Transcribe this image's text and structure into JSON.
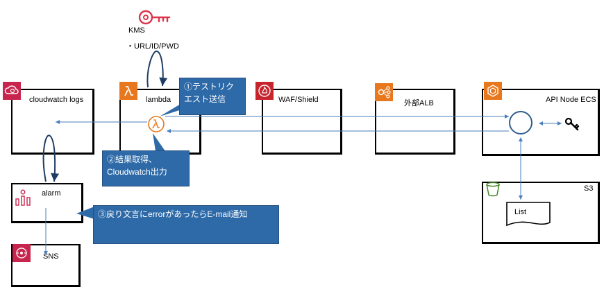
{
  "kms": {
    "label": "KMS",
    "note": "・URL/ID/PWD"
  },
  "nodes": {
    "cloudwatch": "cloudwatch logs",
    "lambda": "lambda",
    "waf": "WAF/Shield",
    "alb": "外部ALB",
    "ecs": "API Node ECS",
    "alarm": "alarm",
    "sns": "SNS",
    "s3": "S3",
    "list": "List"
  },
  "callouts": {
    "c1_line1": "①テストリク",
    "c1_line2": "エスト送信",
    "c2_line1": "②結果取得、",
    "c2_line2": "Cloudwatch出力",
    "c3": "③戻り文言にerrorがあったらE-mail通知"
  },
  "colors": {
    "kms": "#dd344c",
    "cloudwatch": "#c7254e",
    "lambda": "#e8781e",
    "waf": "#c7252e",
    "alb": "#e8781e",
    "ecs": "#e8781e",
    "alarm": "#c7254e",
    "sns": "#c7254e",
    "s3": "#3f8624",
    "callout": "#2e6aa8",
    "arrow": "#4a7ebb"
  },
  "icons": [
    "key-icon",
    "cloudwatch-icon",
    "lambda-icon",
    "waf-icon",
    "elb-icon",
    "ecs-icon",
    "alarm-icon",
    "sns-icon",
    "s3-bucket-icon",
    "black-key-icon"
  ]
}
